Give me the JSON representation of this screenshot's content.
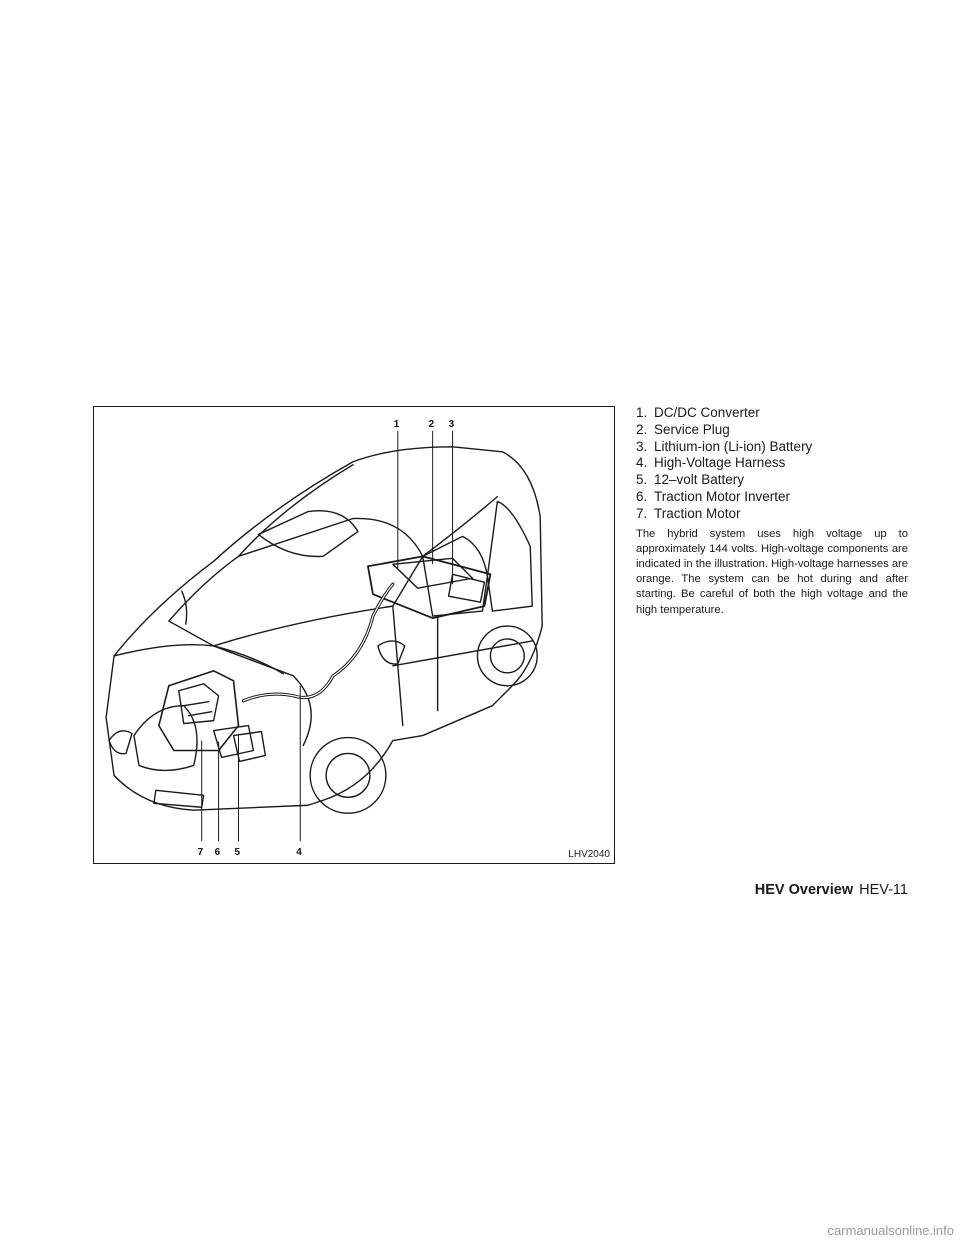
{
  "figure": {
    "code": "LHV2040",
    "callouts": {
      "c1": "1",
      "c2": "2",
      "c3": "3",
      "c4": "4",
      "c5": "5",
      "c6": "6",
      "c7": "7"
    }
  },
  "legend": [
    {
      "num": "1.",
      "label": "DC/DC Converter"
    },
    {
      "num": "2.",
      "label": "Service Plug"
    },
    {
      "num": "3.",
      "label": "Lithium-ion (Li-ion) Battery"
    },
    {
      "num": "4.",
      "label": "High-Voltage Harness"
    },
    {
      "num": "5.",
      "label": "12–volt Battery"
    },
    {
      "num": "6.",
      "label": "Traction Motor Inverter"
    },
    {
      "num": "7.",
      "label": "Traction Motor"
    }
  ],
  "description": "The hybrid system uses high voltage up to approximately 144 volts. High-voltage components are indicated in the illustration. High-voltage harnesses are orange. The system can be hot during and after starting. Be careful of both the high voltage and the high temperature.",
  "footer": {
    "section": "HEV Overview",
    "page": "HEV-11"
  },
  "watermark": "carmanualsonline.info"
}
